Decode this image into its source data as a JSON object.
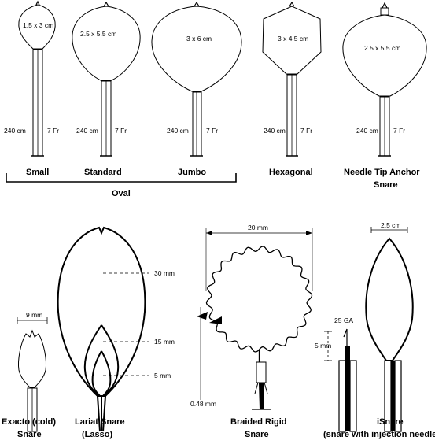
{
  "top_row": {
    "snares": [
      {
        "name": "small",
        "size_label": "1.5 x 3 cm",
        "length_label": "240 cm",
        "fr_label": "7 Fr",
        "caption": "Small"
      },
      {
        "name": "standard",
        "size_label": "2.5 x 5.5 cm",
        "length_label": "240 cm",
        "fr_label": "7 Fr",
        "caption": "Standard"
      },
      {
        "name": "jumbo",
        "size_label": "3 x 6 cm",
        "length_label": "240 cm",
        "fr_label": "7 Fr",
        "caption": "Jumbo"
      },
      {
        "name": "hexagonal",
        "size_label": "3 x 4.5 cm",
        "length_label": "240 cm",
        "fr_label": "7 Fr",
        "caption": "Hexagonal"
      },
      {
        "name": "needle-tip",
        "size_label": "2.5 x 5.5 cm",
        "length_label": "240 cm",
        "fr_label": "7 Fr",
        "caption_line1": "Needle Tip Anchor",
        "caption_line2": "Snare"
      }
    ],
    "group_label": "Oval"
  },
  "bottom_row": {
    "exacto": {
      "dim_label": "9 mm",
      "caption_line1": "Exacto (cold)",
      "caption_line2": "Snare"
    },
    "lariat": {
      "dims": [
        "30 mm",
        "15 mm",
        "5 mm"
      ],
      "caption_line1": "Lariat Snare",
      "caption_line2": "(Lasso)"
    },
    "braided": {
      "width_label": "20 mm",
      "wire_label": "0.48 mm",
      "caption_line1": "Braided Rigid",
      "caption_line2": "Snare"
    },
    "isnare": {
      "width_label": "2.5 cm",
      "gauge_label": "25 GA",
      "needle_label": "5 mm",
      "caption_line1": "iSnare",
      "caption_line2": "(snare with injection needle)"
    }
  }
}
